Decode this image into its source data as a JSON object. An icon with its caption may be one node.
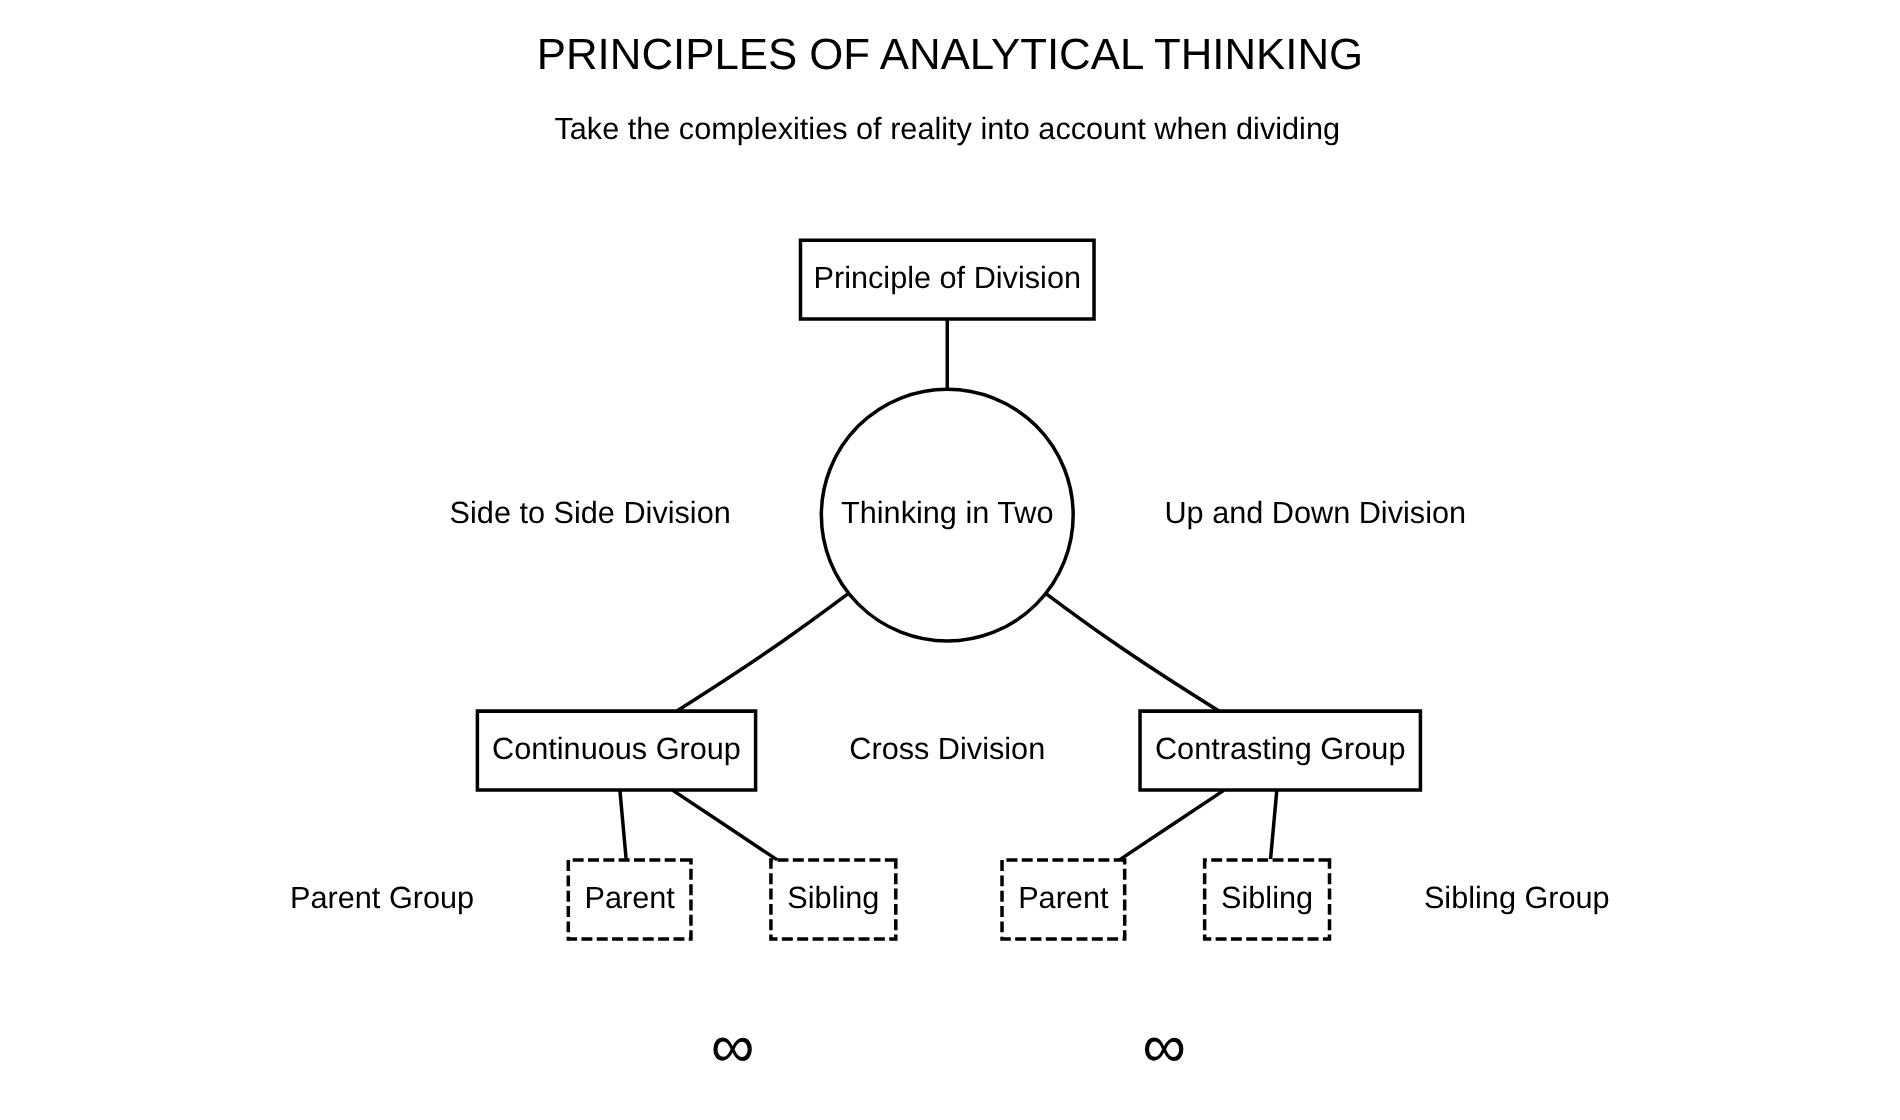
{
  "diagram": {
    "title": "PRINCIPLES OF ANALYTICAL THINKING",
    "nodes": [
      {
        "text": [
          "Principle of Division"
        ]
      },
      {
        "text": [
          "Thinking in Two"
        ]
      },
      {
        "text": [
          "Continuous Group"
        ]
      },
      {
        "text": [
          "Contrasting Group"
        ]
      },
      {
        "text": [
          "Parent"
        ]
      },
      {
        "text": [
          "Sibling"
        ]
      },
      {
        "text": [
          "Parent"
        ]
      },
      {
        "text": [
          "Sibling"
        ]
      }
    ],
    "edges": [
      {
        "from": 0,
        "to": 1,
        "arrow": "none"
      },
      {
        "from": 1,
        "to": 2,
        "arrow": "none"
      },
      {
        "from": 1,
        "to": 3,
        "arrow": "none"
      },
      {
        "from": 2,
        "to": 4,
        "arrow": "none"
      },
      {
        "from": 2,
        "to": 5,
        "arrow": "none"
      },
      {
        "from": 3,
        "to": 6,
        "arrow": "none"
      },
      {
        "from": 3,
        "to": 7,
        "arrow": "none"
      }
    ],
    "labels": [
      "Take the complexities of reality into account when dividing",
      "Side to Side Division",
      "Up and Down Division",
      "Cross Division",
      "Parent Group",
      "Sibling Group",
      "∞",
      "∞"
    ]
  }
}
